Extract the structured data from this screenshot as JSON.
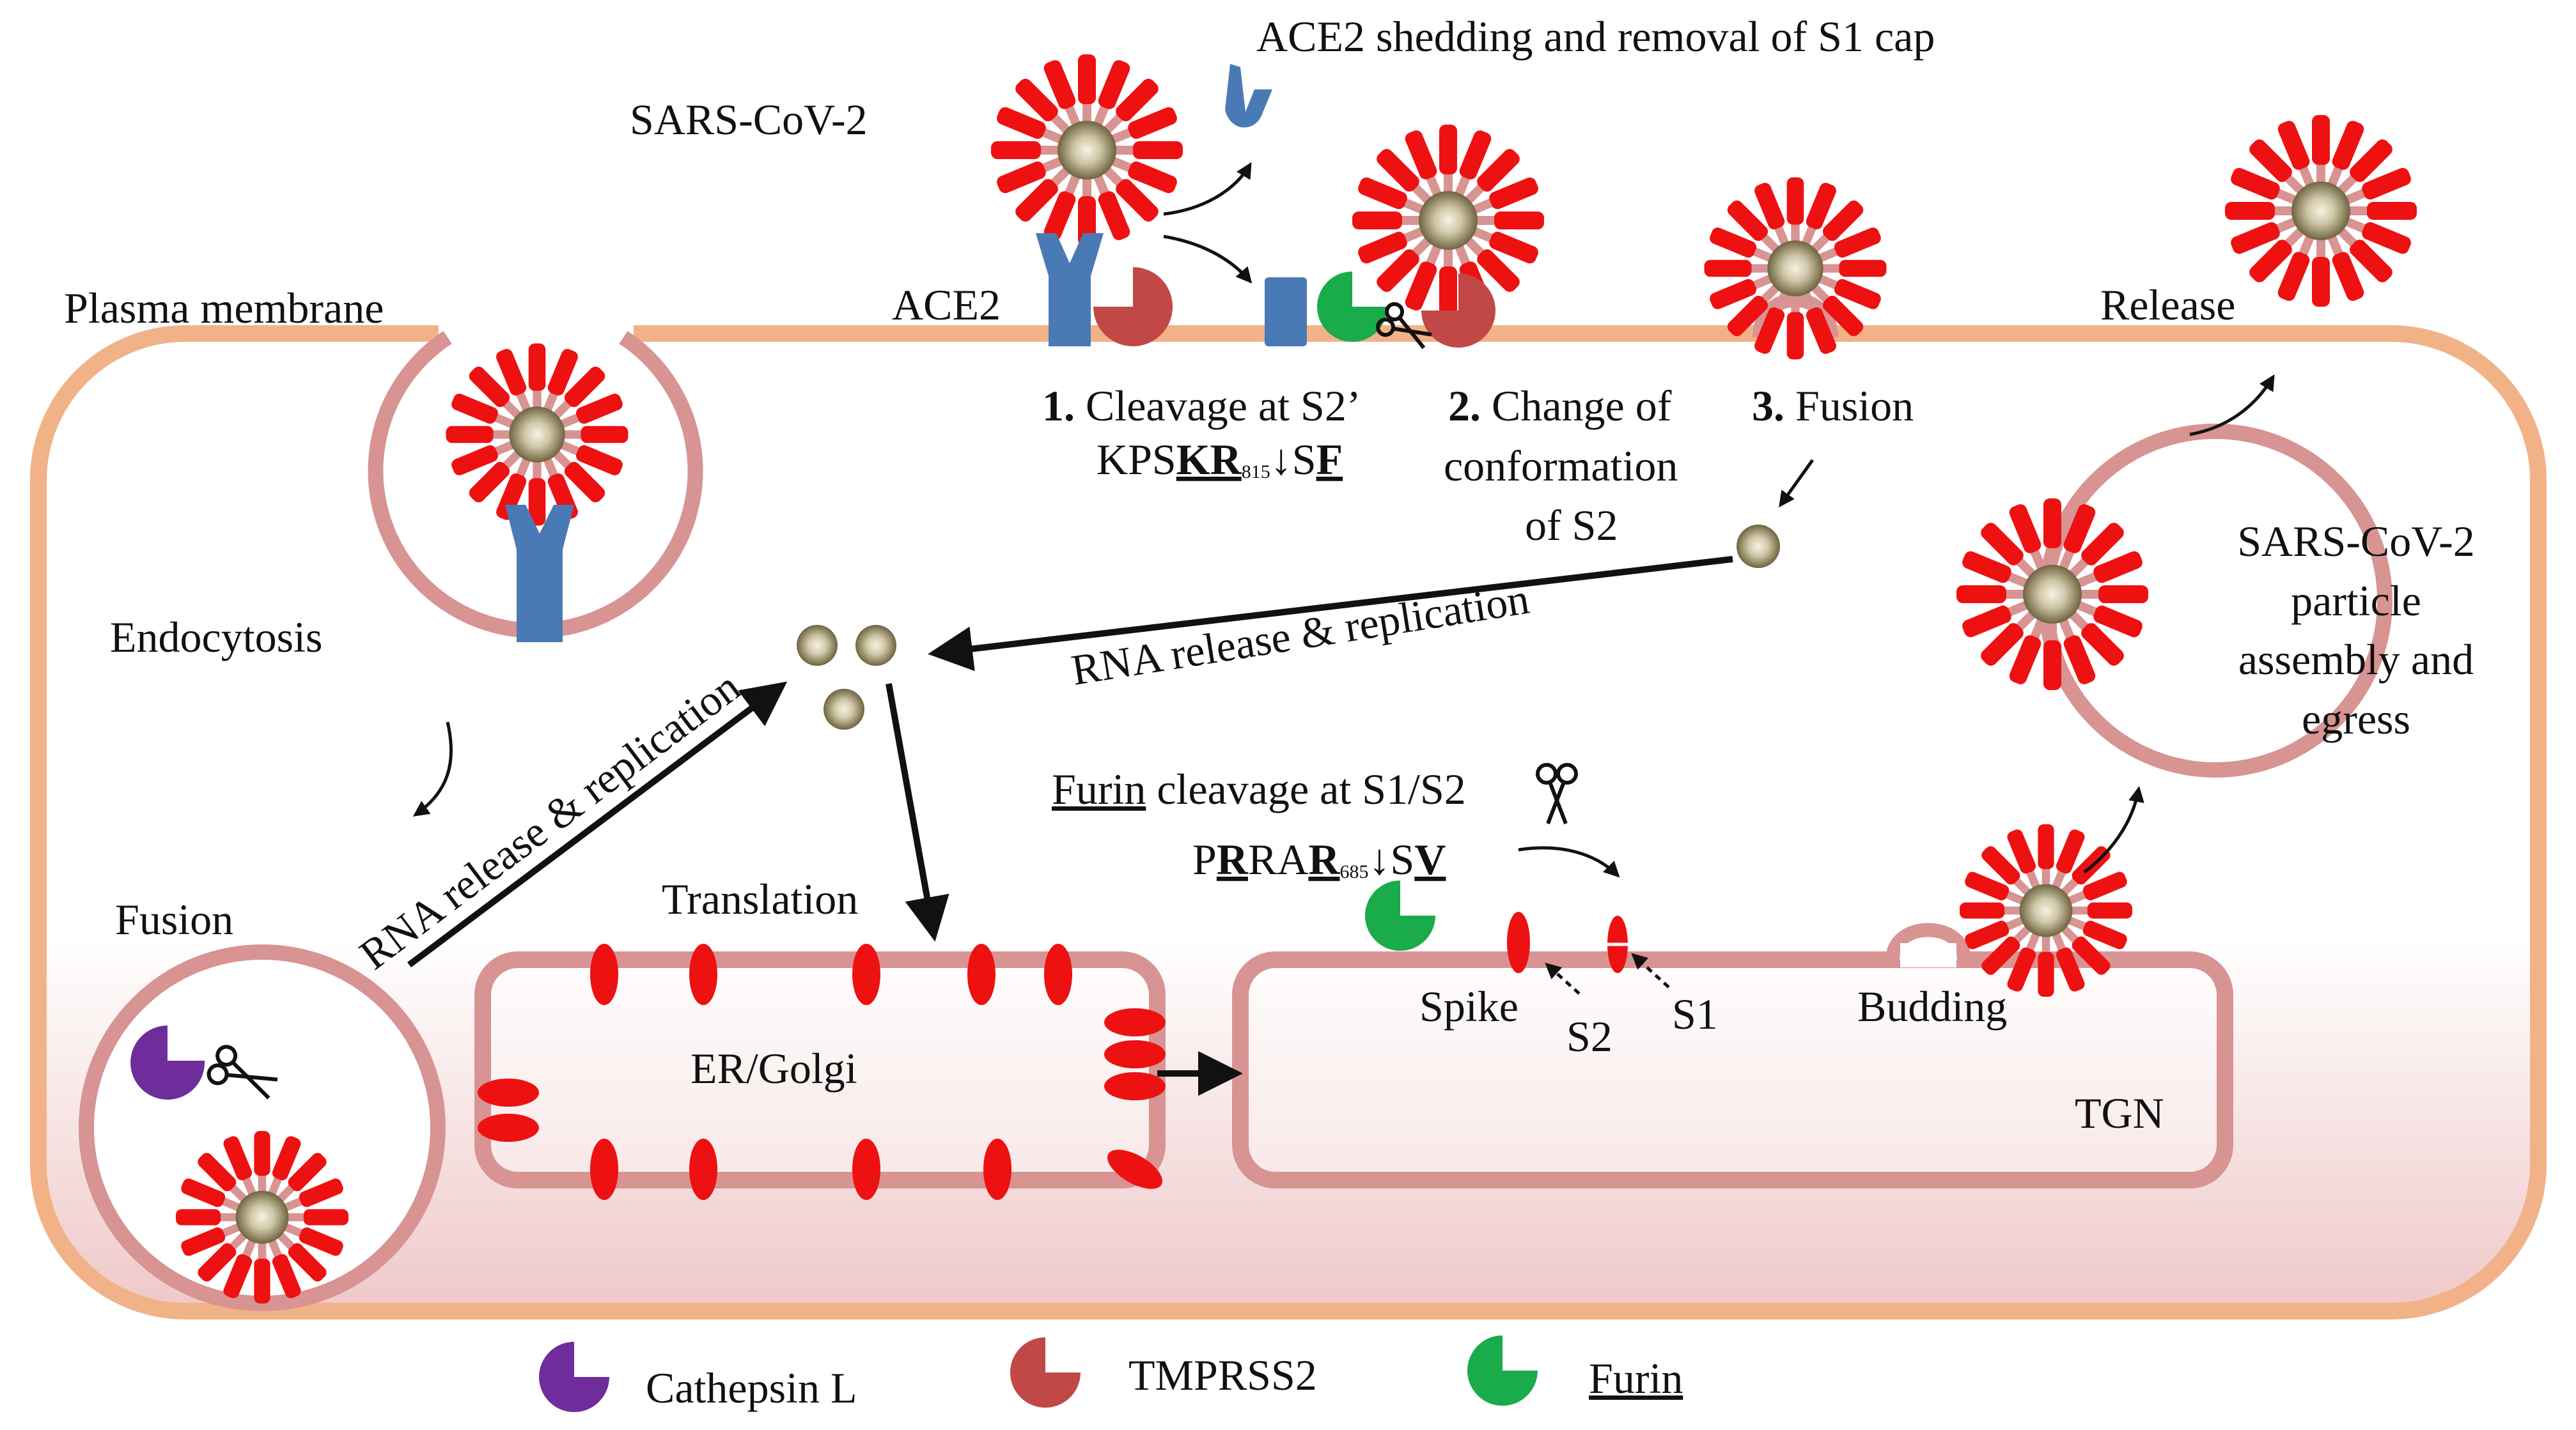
{
  "colors": {
    "membrane": "#f2b287",
    "organelle": "#d89393",
    "spike": "#ee1111",
    "stalk": "#d89393",
    "virus_core": "#7a6e46",
    "ace2": "#4a7ab5",
    "cathepsin_l": "#6f2d9b",
    "tmprss2": "#c24747",
    "furin": "#1aab4a",
    "cytoplasm_fade": "#f2d0d0"
  },
  "labels": {
    "ace2_shedding": "ACE2 shedding and removal of S1 cap",
    "sars_cov2": "SARS-CoV-2",
    "plasma_membrane": "Plasma membrane",
    "ace2": "ACE2",
    "release": "Release",
    "endocytosis": "Endocytosis",
    "fusion_left": "Fusion",
    "translation": "Translation",
    "er_golgi": "ER/Golgi",
    "tgn": "TGN",
    "spike": "Spike",
    "budding": "Budding",
    "s1": "S1",
    "s2": "S2",
    "rna_diag": "RNA release & replication",
    "rna_mid": "RNA release & replication"
  },
  "steps": {
    "step1_num": "1.",
    "step1_text": " Cleavage at S2’",
    "seq1_a": "KPS",
    "seq1_b": "KR",
    "seq1_sub": "815",
    "seq1_c": "↓S",
    "seq1_d": "F",
    "step2_num": "2.",
    "step2_line1": " Change of",
    "step2_line2": "conformation",
    "step2_line3": "of S2",
    "step3_num": "3.",
    "step3_text": " Fusion"
  },
  "furin": {
    "word": "Furin",
    "rest": " cleavage at S1/S2",
    "seq_p": "P",
    "seq_r1": "R",
    "seq_ra": "RA",
    "seq_r2": "R",
    "seq_sub": "685",
    "seq_s": "↓S",
    "seq_v": "V"
  },
  "assembly": {
    "line1": "SARS-CoV-2",
    "line2": "particle",
    "line3": "assembly and",
    "line4": "egress"
  },
  "legend": [
    {
      "label": "Cathepsin L",
      "color_key": "cathepsin_l",
      "icon": "cathepsin-l-icon"
    },
    {
      "label": "TMPRSS2",
      "color_key": "tmprss2",
      "icon": "tmprss2-icon"
    },
    {
      "label": "Furin",
      "color_key": "furin",
      "icon": "furin-icon"
    }
  ]
}
